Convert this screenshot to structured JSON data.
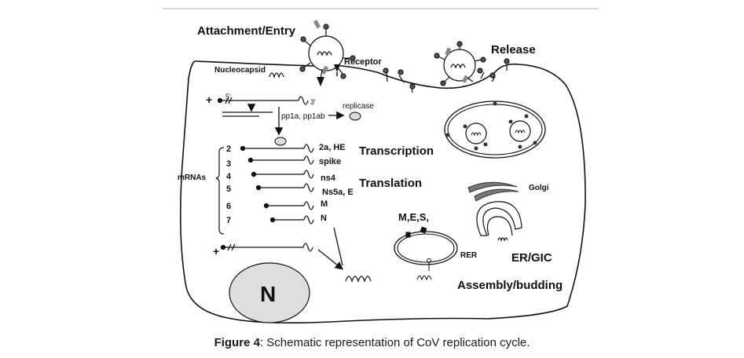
{
  "figure": {
    "title_labels": {
      "attachment": "Attachment/Entry",
      "release": "Release",
      "receptor": "Receptor",
      "nucleocapsid": "Nucleocapsid",
      "replicase": "replicase",
      "pp": "pp1a, pp1ab",
      "five_prime": "5'",
      "three_prime": "3'",
      "plus_top": "+",
      "plus_bottom": "+",
      "transcription": "Transcription",
      "translation": "Translation",
      "mrnas": "mRNAs",
      "mes": "M,E,S,",
      "golgi": "Golgi",
      "rer": "RER",
      "ergic": "ER/GIC",
      "assembly": "Assembly/budding",
      "nucleus": "N"
    },
    "mrnas": [
      {
        "num": "2",
        "product": "2a, HE"
      },
      {
        "num": "3",
        "product": "spike"
      },
      {
        "num": "4",
        "product": "ns4"
      },
      {
        "num": "5",
        "product": "Ns5a, E"
      },
      {
        "num": "6",
        "product": "M"
      },
      {
        "num": "7",
        "product": "N"
      }
    ]
  },
  "caption": {
    "label": "Figure 4",
    "text": ": Schematic representation of CoV replication cycle."
  }
}
